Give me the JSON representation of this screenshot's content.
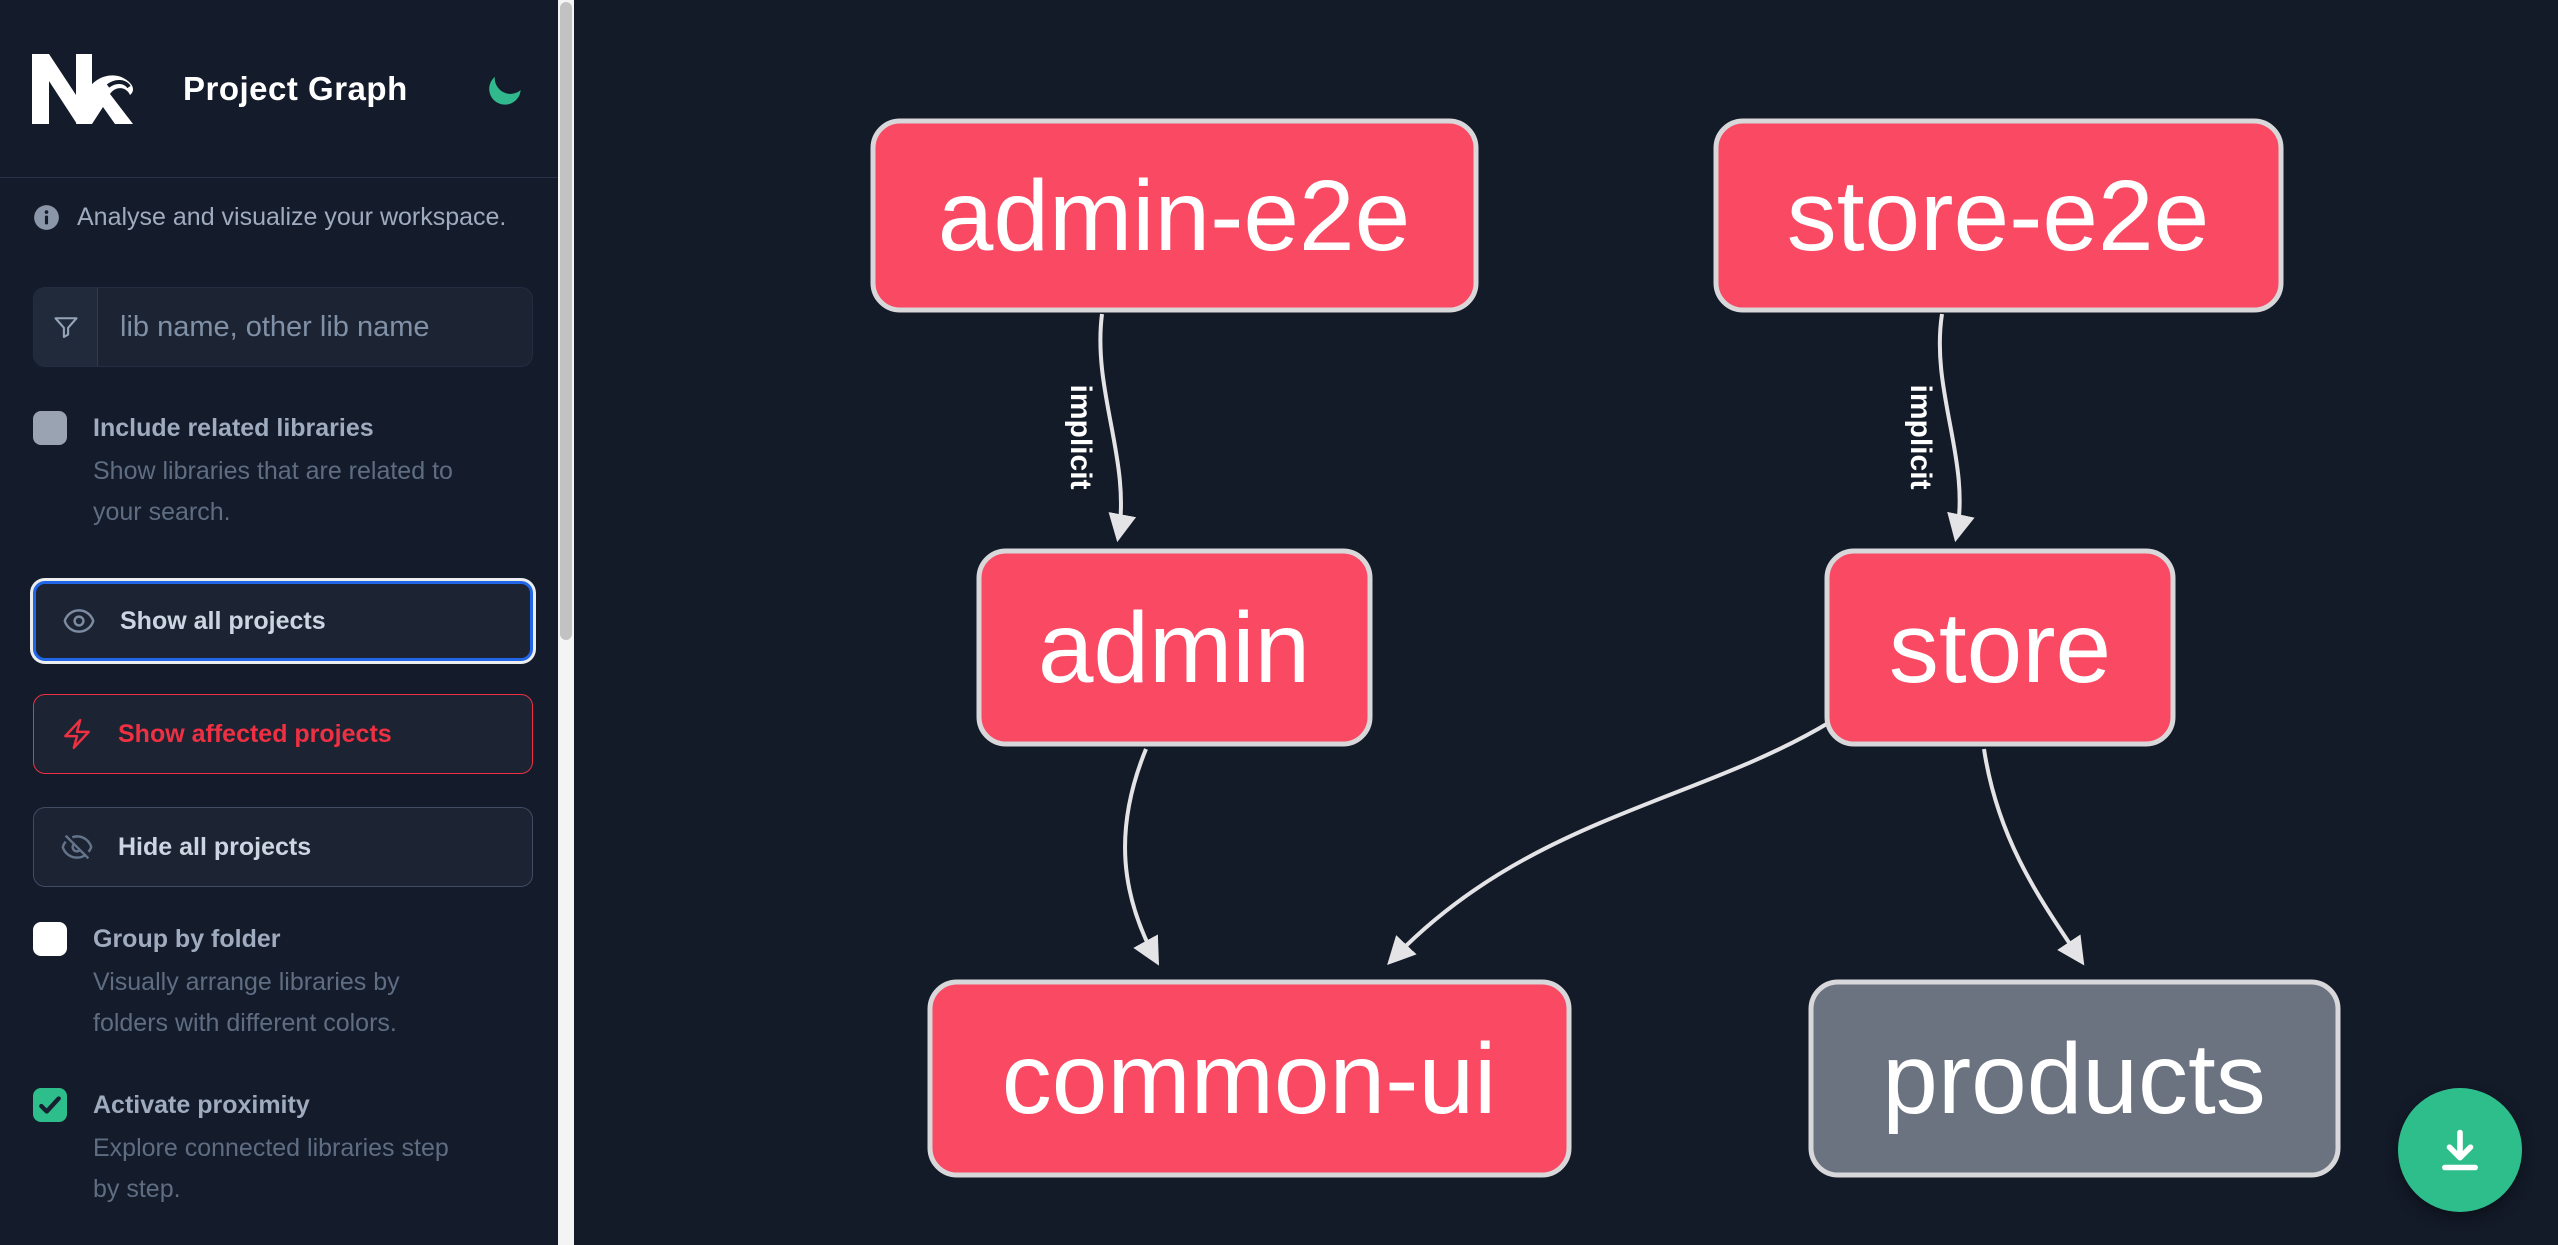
{
  "header": {
    "title": "Project Graph",
    "logo": "Nx",
    "theme_icon": "moon-icon"
  },
  "sidebar": {
    "tagline": "Analyse and visualize your workspace.",
    "filter": {
      "placeholder": "lib name, other lib name",
      "value": ""
    },
    "checkboxes": [
      {
        "label": "Include related libraries",
        "description": "Show libraries that are related to\nyour search.",
        "checked": false
      },
      {
        "label": "Group by folder",
        "description": "Visually arrange libraries by\nfolders with different colors.",
        "checked": false
      },
      {
        "label": "Activate proximity",
        "description": "Explore connected libraries step\nby step.",
        "checked": true
      }
    ],
    "buttons": [
      {
        "label": "Show all projects",
        "state": "focused"
      },
      {
        "label": "Show affected projects",
        "state": "affected"
      },
      {
        "label": "Hide all projects",
        "state": "default"
      }
    ]
  },
  "graph": {
    "nodes": [
      {
        "id": "admin-e2e",
        "label": "admin-e2e",
        "color": "pink"
      },
      {
        "id": "store-e2e",
        "label": "store-e2e",
        "color": "pink"
      },
      {
        "id": "admin",
        "label": "admin",
        "color": "pink"
      },
      {
        "id": "store",
        "label": "store",
        "color": "pink"
      },
      {
        "id": "common-ui",
        "label": "common-ui",
        "color": "pink"
      },
      {
        "id": "products",
        "label": "products",
        "color": "gray"
      }
    ],
    "edges": [
      {
        "from": "admin-e2e",
        "to": "admin",
        "label": "implicit"
      },
      {
        "from": "store-e2e",
        "to": "store",
        "label": "implicit"
      },
      {
        "from": "admin",
        "to": "common-ui",
        "label": ""
      },
      {
        "from": "store",
        "to": "common-ui",
        "label": ""
      },
      {
        "from": "store",
        "to": "products",
        "label": ""
      }
    ]
  },
  "colors": {
    "node_pink": "#fa4963",
    "node_gray": "#6b7280",
    "accent_green": "#2ebe8c",
    "focus_blue": "#2166e6",
    "affected_red": "#ee3042",
    "background": "#131a28"
  }
}
